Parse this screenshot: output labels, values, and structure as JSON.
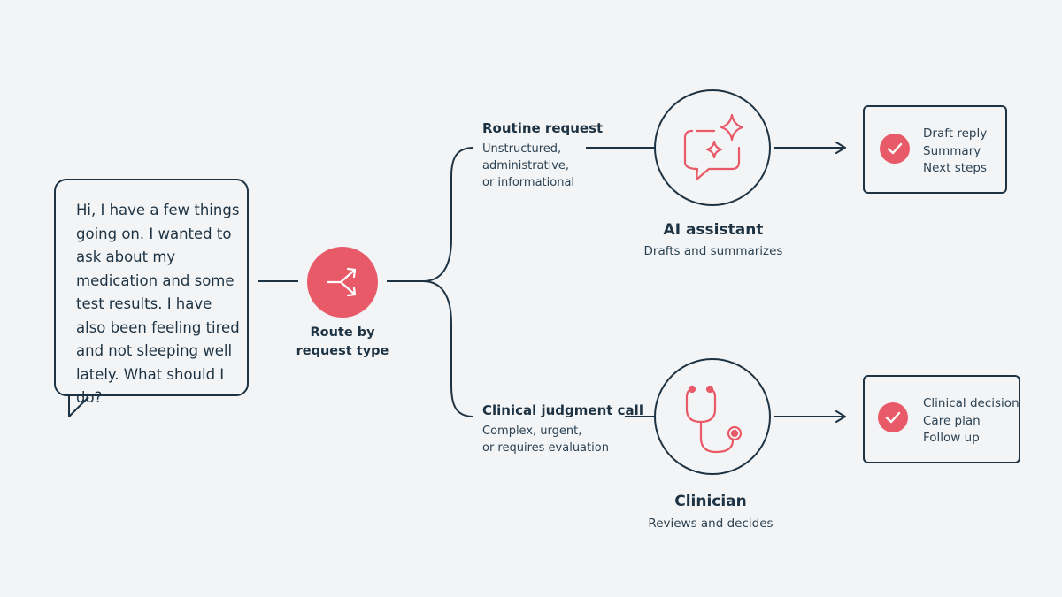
{
  "message": {
    "text": "Hi, I have a few things going on. I wanted to ask about my medication and some test results. I have also been feeling tired and not sleeping well lately. What should I do?"
  },
  "router": {
    "icon": "split-arrow-icon",
    "label": "Route by request type"
  },
  "branches": {
    "routine": {
      "title": "Routine request",
      "description": [
        "Unstructured,",
        "administrative,",
        "or informational"
      ],
      "actor_icon": "chat-sparkle-icon",
      "actor_name": "AI assistant",
      "actor_role": "Drafts and summarizes",
      "outputs": [
        "Draft reply",
        "Summary",
        "Next steps"
      ]
    },
    "clinical": {
      "title": "Clinical judgment call",
      "description": [
        "Complex, urgent,",
        "or requires evaluation"
      ],
      "actor_icon": "stethoscope-icon",
      "actor_name": "Clinician",
      "actor_role": "Reviews and decides",
      "outputs": [
        "Clinical decision",
        "Care plan",
        "Follow up"
      ]
    }
  },
  "colors": {
    "ink": "#1d3344",
    "accent": "#e85a68",
    "background": "#f3f4f5"
  }
}
